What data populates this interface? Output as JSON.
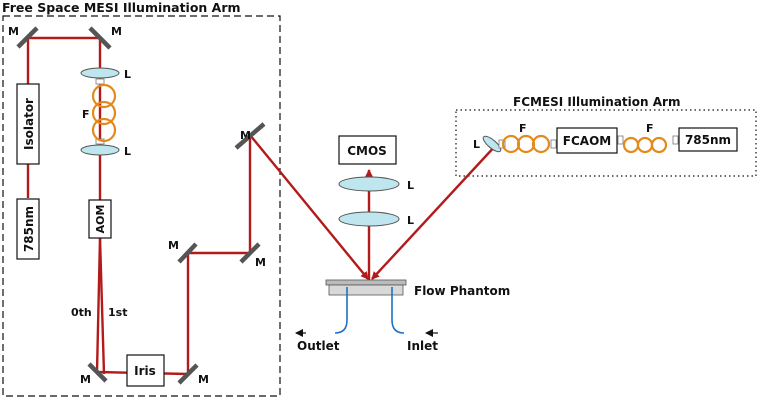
{
  "titles": {
    "free_space_arm": "Free Space MESI Illumination Arm",
    "fc_arm": "FCMESI Illumination Arm"
  },
  "components": {
    "isolator": "Isolator",
    "laser_left": "785nm",
    "aom": "AOM",
    "iris": "Iris",
    "cmos": "CMOS",
    "fcaom": "FCAOM",
    "laser_right": "785nm"
  },
  "labels": {
    "mirror": "M",
    "lens": "L",
    "fiber": "F",
    "order_0": "0th",
    "order_1": "1st",
    "flow_phantom": "Flow Phantom",
    "outlet": "Outlet",
    "inlet": "Inlet"
  },
  "colors": {
    "beam": "#b31b1b",
    "fiber": "#e28a1b",
    "lens": "#bfe6ee",
    "tubing": "#1f73c4",
    "mirror": "#555555"
  }
}
